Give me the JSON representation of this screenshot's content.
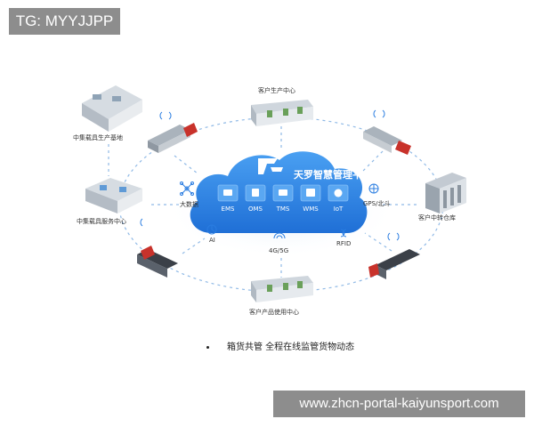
{
  "watermark_top": "TG: MYYJJPP",
  "watermark_bottom": "www.zhcn-portal-kaiyunsport.com",
  "platform": {
    "title": "天罗智慧管理平台",
    "modules": [
      "EMS",
      "OMS",
      "TMS",
      "WMS",
      "IoT"
    ]
  },
  "nodes": {
    "top": "客户生产中心",
    "left_top": "中集载具生产基地",
    "left_mid": "中集载具服务中心",
    "right_mid": "客户中转仓库",
    "bottom": "客户产品使用中心"
  },
  "tech": {
    "bigdata": "大数据",
    "ai": "AI",
    "net": "4G/5G",
    "rfid": "RFID",
    "gps": "GPS/北斗"
  },
  "caption": "箱货共管  全程在线监管货物动态",
  "colors": {
    "accent": "#2a7de1",
    "cloud": "#2f86e8",
    "dash": "#8fb9e6"
  }
}
